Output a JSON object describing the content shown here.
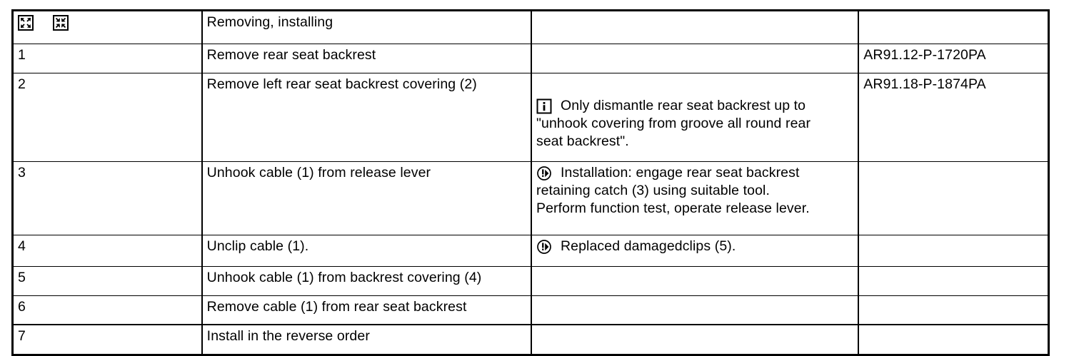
{
  "document": {
    "type": "workshop-procedure-table",
    "columns": [
      "step",
      "operation",
      "note",
      "reference"
    ]
  },
  "header": {
    "icons": [
      "expand-arrows-icon",
      "collapse-arrows-icon"
    ],
    "step": "",
    "operation": "Removing, installing",
    "note": "",
    "reference": ""
  },
  "rows": [
    {
      "step": "1",
      "operation": "Remove rear seat backrest",
      "note_icon": "",
      "note_lines": [],
      "reference": "AR91.12-P-1720PA"
    },
    {
      "step": "2",
      "operation": "Remove left rear seat backrest covering (2)",
      "note_icon": "info-icon",
      "note_lines": [
        "Only  dismantle rear  seat backrest up to",
        "\"unhook covering from groove all round rear",
        "seat backrest\"."
      ],
      "reference": "AR91.18-P-1874PA"
    },
    {
      "step": "3",
      "operation": "Unhook cable (1) from release lever",
      "note_icon": "caution-arrow-icon",
      "note_lines": [
        "Installation:  engage rear seat backrest",
        "retaining catch (3) using suitable tool.",
        "Perform function test, operate release lever."
      ],
      "reference": ""
    },
    {
      "step": "4",
      "operation": "Unclip cable (1).",
      "note_icon": "caution-arrow-icon",
      "note_lines": [
        "Replaced damagedclips    (5)."
      ],
      "reference": ""
    },
    {
      "step": "5",
      "operation": "Unhook cable (1) from backrest covering (4)",
      "note_icon": "",
      "note_lines": [],
      "reference": ""
    },
    {
      "step": "6",
      "operation": "Remove cable (1) from rear seat backrest",
      "note_icon": "",
      "note_lines": [],
      "reference": ""
    },
    {
      "step": "7",
      "operation": "Install in the reverse order",
      "note_icon": "",
      "note_lines": [],
      "reference": ""
    }
  ],
  "colors": {
    "border": "#000000",
    "text": "#000000",
    "background": "#ffffff"
  }
}
